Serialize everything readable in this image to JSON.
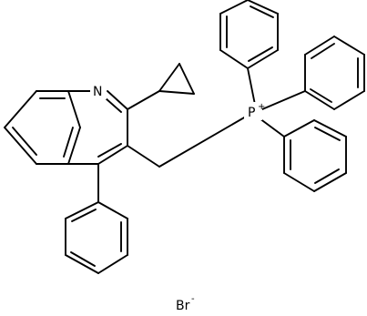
{
  "structure": {
    "atoms": {
      "nitrogen": "N",
      "phosphorus": "P",
      "phosphorus_charge": "+",
      "bromine": "Br",
      "bromine_charge": "-"
    }
  }
}
